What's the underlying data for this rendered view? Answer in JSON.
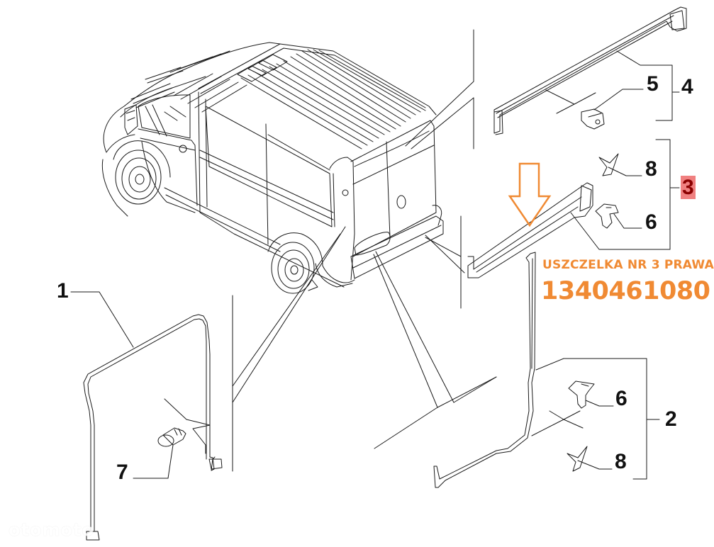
{
  "diagram": {
    "subject": "Van rear door seals exploded parts diagram",
    "callouts": [
      {
        "id": "1",
        "label": "1",
        "part": "left rear door seal"
      },
      {
        "id": "2",
        "label": "2",
        "part": "right rear door seal assembly"
      },
      {
        "id": "3",
        "label": "3",
        "part": "lower door sill seal assembly",
        "highlighted": true
      },
      {
        "id": "4",
        "label": "4",
        "part": "upper door seal assembly"
      },
      {
        "id": "5",
        "label": "5",
        "part": "seal end clip"
      },
      {
        "id": "6a",
        "label": "6",
        "part": "fastener clip"
      },
      {
        "id": "6b",
        "label": "6",
        "part": "fastener clip"
      },
      {
        "id": "7",
        "label": "7",
        "part": "push pin"
      },
      {
        "id": "8a",
        "label": "8",
        "part": "retaining clip"
      },
      {
        "id": "8b",
        "label": "8",
        "part": "retaining clip"
      }
    ]
  },
  "annotation": {
    "title": "USZCZELKA NR 3 PRAWA",
    "part_number": "1340461080",
    "arrow": "down-arrow-icon",
    "color": "#f08a33"
  },
  "highlight": {
    "callout": "3",
    "background": "#f08080",
    "text_color": "#8b0000"
  },
  "watermark": {
    "text": "otomoto"
  }
}
